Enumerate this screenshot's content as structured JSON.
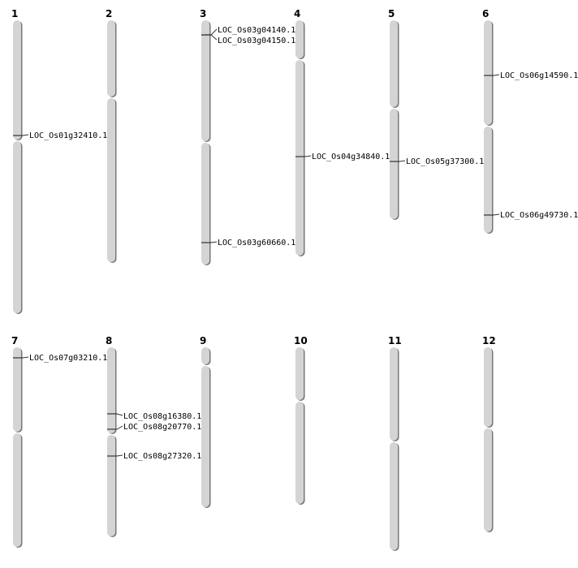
{
  "title": "Rice chromosome gene location map",
  "chromosomes": [
    {
      "name": "1",
      "markers": [
        "LOC_Os01g32410.1"
      ]
    },
    {
      "name": "2",
      "markers": []
    },
    {
      "name": "3",
      "markers": [
        "LOC_Os03g04140.1",
        "LOC_Os03g04150.1",
        "LOC_Os03g60660.1"
      ]
    },
    {
      "name": "4",
      "markers": [
        "LOC_Os04g34840.1"
      ]
    },
    {
      "name": "5",
      "markers": [
        "LOC_Os05g37300.1"
      ]
    },
    {
      "name": "6",
      "markers": [
        "LOC_Os06g14590.1",
        "LOC_Os06g49730.1"
      ]
    },
    {
      "name": "7",
      "markers": [
        "LOC_Os07g03210.1"
      ]
    },
    {
      "name": "8",
      "markers": [
        "LOC_Os08g16380.1",
        "LOC_Os08g20770.1",
        "LOC_Os08g27320.1"
      ]
    },
    {
      "name": "9",
      "markers": []
    },
    {
      "name": "10",
      "markers": []
    },
    {
      "name": "11",
      "markers": []
    },
    {
      "name": "12",
      "markers": []
    }
  ],
  "colors": {
    "chromosome": "#d4d4d4",
    "shadow": "#777777",
    "marker": "#333333"
  }
}
